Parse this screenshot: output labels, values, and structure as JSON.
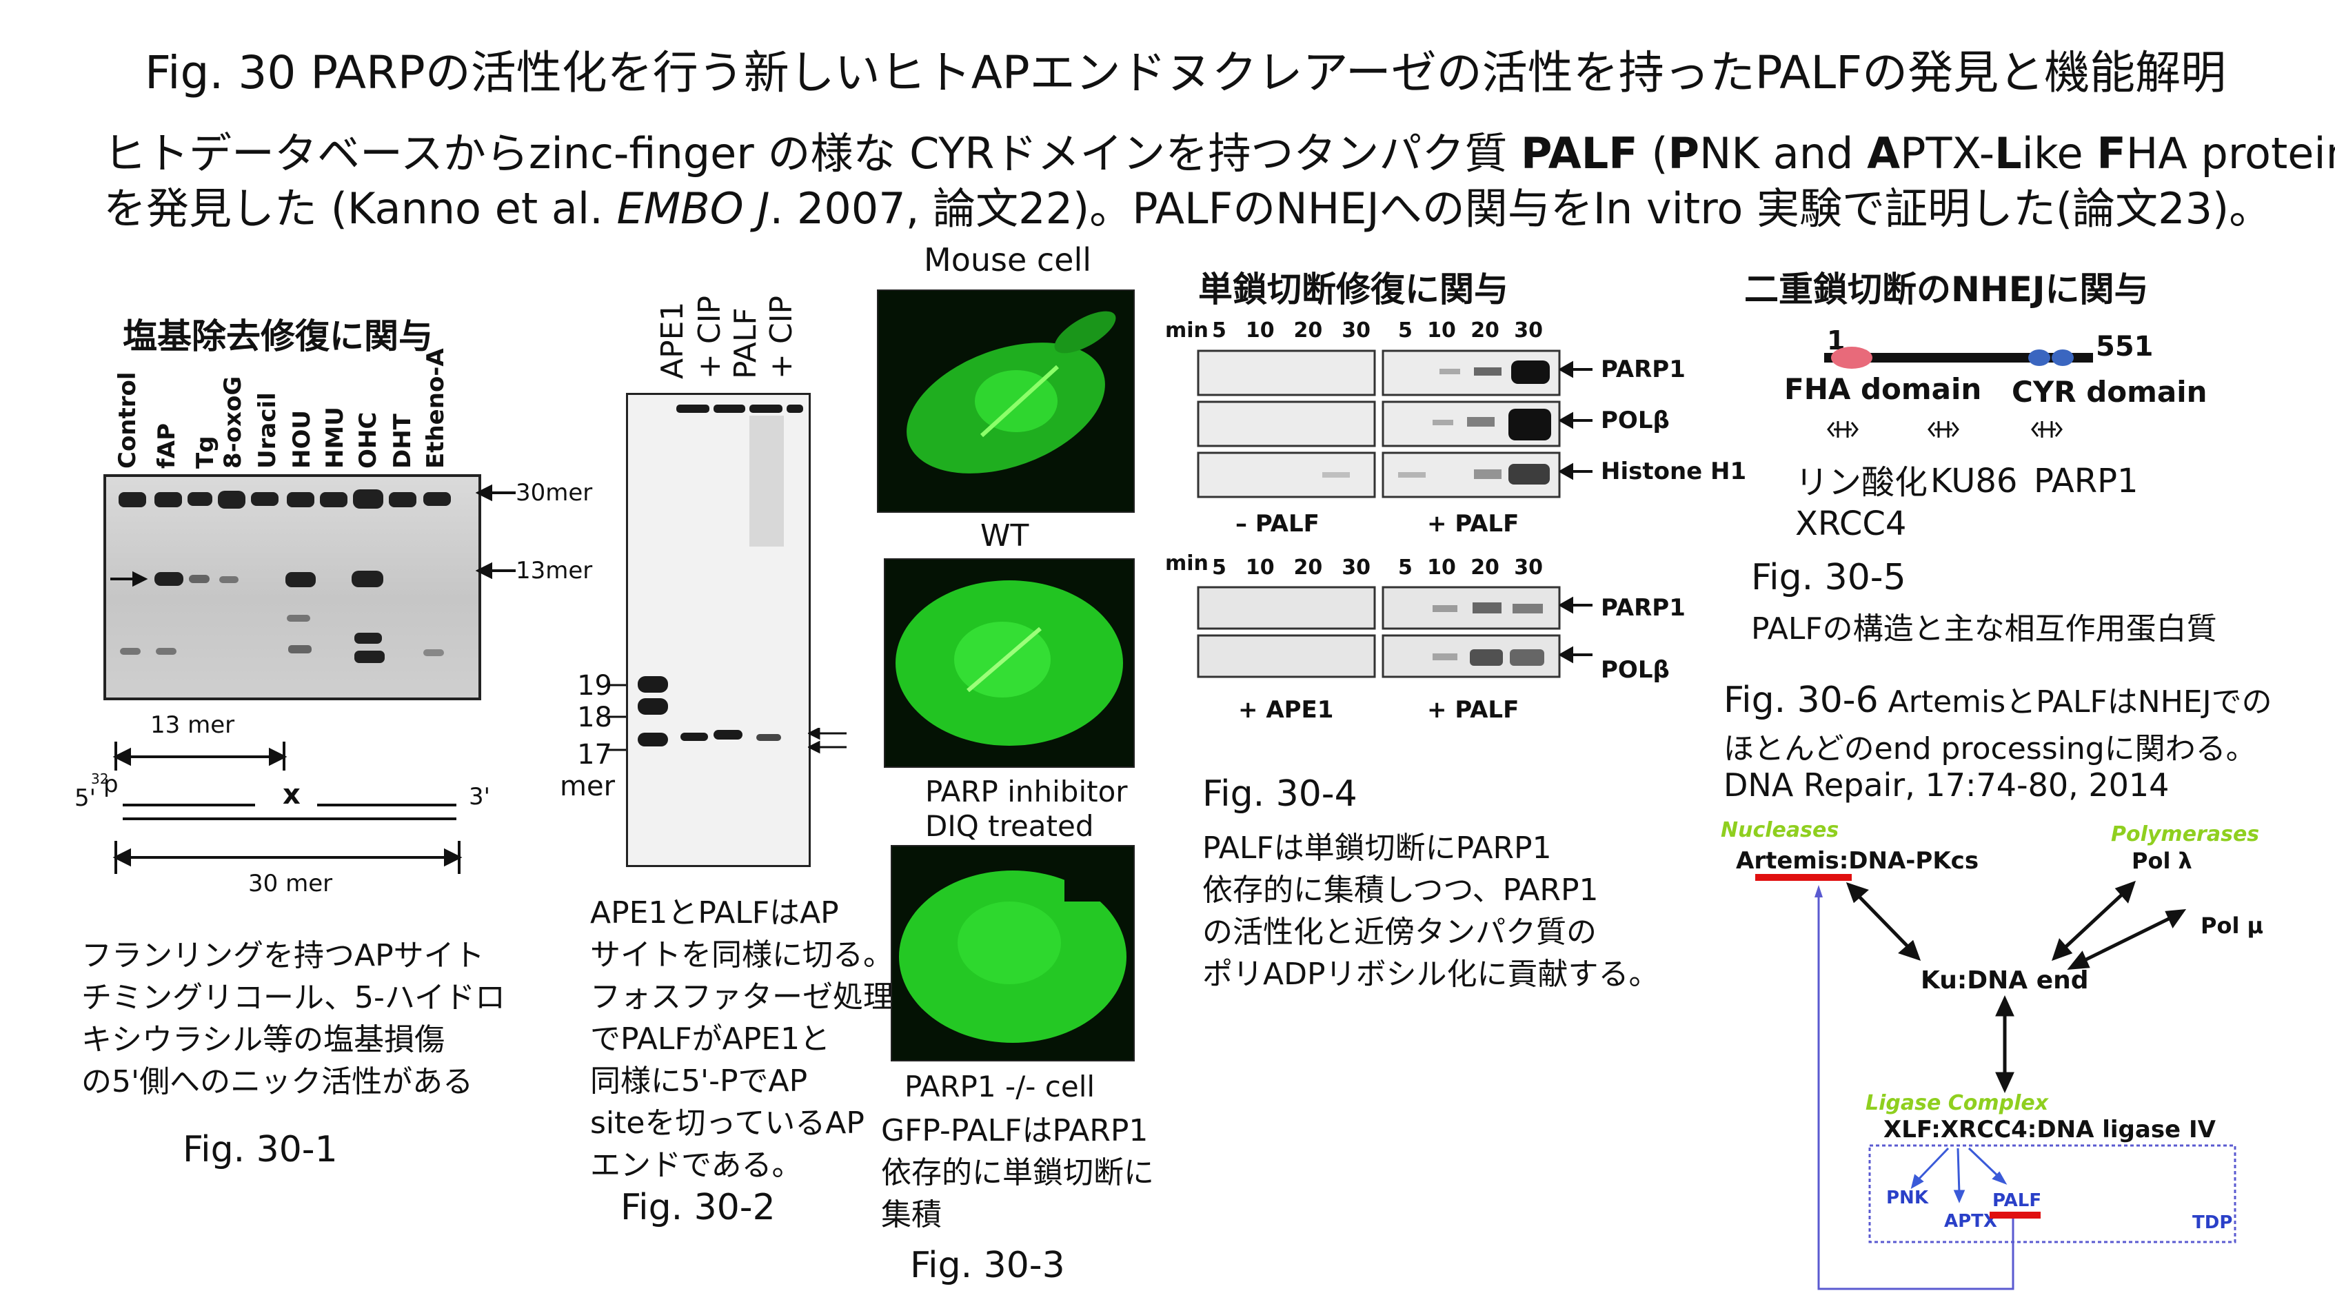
{
  "title": "Fig. 30 PARPの活性化を行う新しいヒトAPエンドヌクレアーゼの活性を持ったPALFの発見と機能解明",
  "intro": {
    "l1_a": "ヒトデータベースからzinc-finger の様な CYRドメインを持つタンパク質 ",
    "l1_b": "PALF",
    "l1_c": " (",
    "l1_d": "P",
    "l1_e": "NK and ",
    "l1_f": "A",
    "l1_g": "PTX-",
    "l1_h": "L",
    "l1_i": "ike ",
    "l1_j": "F",
    "l1_k": "HA protein)",
    "l2_a": "を発見した (Kanno et al. ",
    "l2_b": "EMBO J",
    "l2_c": ". 2007, 論文22)。PALFのNHEJへの関与をIn vitro 実験で証明した(論文23)。"
  },
  "fig1": {
    "heading": "塩基除去修復に関与",
    "lanes": [
      "Control",
      "fAP",
      "Tg",
      "8-oxoG",
      "Uracil",
      "HOU",
      "HMU",
      "OHC",
      "DHT",
      "Etheno-A"
    ],
    "m30": "30mer",
    "m13": "13mer",
    "mer13": "13 mer",
    "end5": "5'",
    "p32": "32",
    "p": "p",
    "x": "x",
    "end3": "3'",
    "mer30": "30 mer",
    "desc": [
      "フランリングを持つAPサイト",
      "チミングリコール、5-ハイドロ",
      "キシウラシル等の塩基損傷",
      "の5'側へのニック活性がある"
    ],
    "caption": "Fig. 30-1"
  },
  "fig2": {
    "lanes": [
      "APE1",
      "+ CIP",
      "PALF",
      "+ CIP"
    ],
    "m19": "19",
    "m18": "18",
    "m17": "17",
    "mer": "mer",
    "desc": [
      "APE1とPALFはAP",
      "サイトを同様に切る。",
      "フォスファターゼ処理",
      "でPALFがAPE1と",
      "同様に5'-PでAP",
      "siteを切っているAP",
      "エンドである。"
    ],
    "caption": "Fig. 30-2"
  },
  "fig3": {
    "mouse": "Mouse cell",
    "wt": "WT",
    "inh1": "PARP inhibitor",
    "inh2": "DIQ treated",
    "ko": "PARP1 -/- cell",
    "desc": [
      "GFP-PALFはPARP1",
      "依存的に単鎖切断に",
      "集積"
    ],
    "caption": "Fig. 30-3"
  },
  "fig4": {
    "heading": "単鎖切断修復に関与",
    "min": "min",
    "times": [
      "5",
      "10",
      "20",
      "30"
    ],
    "p1": "PARP1",
    "pol": "POLβ",
    "h1": "Histone H1",
    "minus_palf": "– PALF",
    "plus_palf": "+ PALF",
    "plus_ape1": "+ APE1",
    "caption": "Fig. 30-4",
    "desc": [
      "PALFは単鎖切断にPARP1",
      "依存的に集積しつつ、PARP1",
      "の活性化と近傍タンパク質の",
      "ポリADPリボシル化に貢献する。"
    ]
  },
  "fig5": {
    "heading": "二重鎖切断のNHEJに関与",
    "n1": "1",
    "n551": "551",
    "fha": "FHA domain",
    "cyr": "CYR domain",
    "i1": "リン酸化",
    "i1b": "XRCC4",
    "i2": "KU86",
    "i3": "PARP1",
    "caption": "Fig. 30-5",
    "desc": "PALFの構造と主な相互作用蛋白質"
  },
  "fig6": {
    "caption": "Fig. 30-6",
    "title_rest": " ArtemisとPALFはNHEJでの",
    "line2": "ほとんどのend processingに関わる。",
    "line3": "DNA Repair, 17:74-80, 2014",
    "nucleases": "Nucleases",
    "artemis": "Artemis:DNA-PKcs",
    "polymerases": "Polymerases",
    "pol_l": "Pol λ",
    "pol_m": "Pol μ",
    "ku": "Ku:DNA end",
    "ligase": "Ligase Complex",
    "xlf": "XLF:XRCC4:DNA ligase IV",
    "pnk": "PNK",
    "aptx": "APTX",
    "palf": "PALF",
    "tdp": "TDP"
  },
  "colors": {
    "green_label": "#8fcf1f",
    "red_mark": "#e01010",
    "blue_box": "#5a5ad0",
    "fha_pink": "#e86a7a",
    "cyr_blue": "#3a66c0",
    "gfp": "#2fd62f"
  }
}
